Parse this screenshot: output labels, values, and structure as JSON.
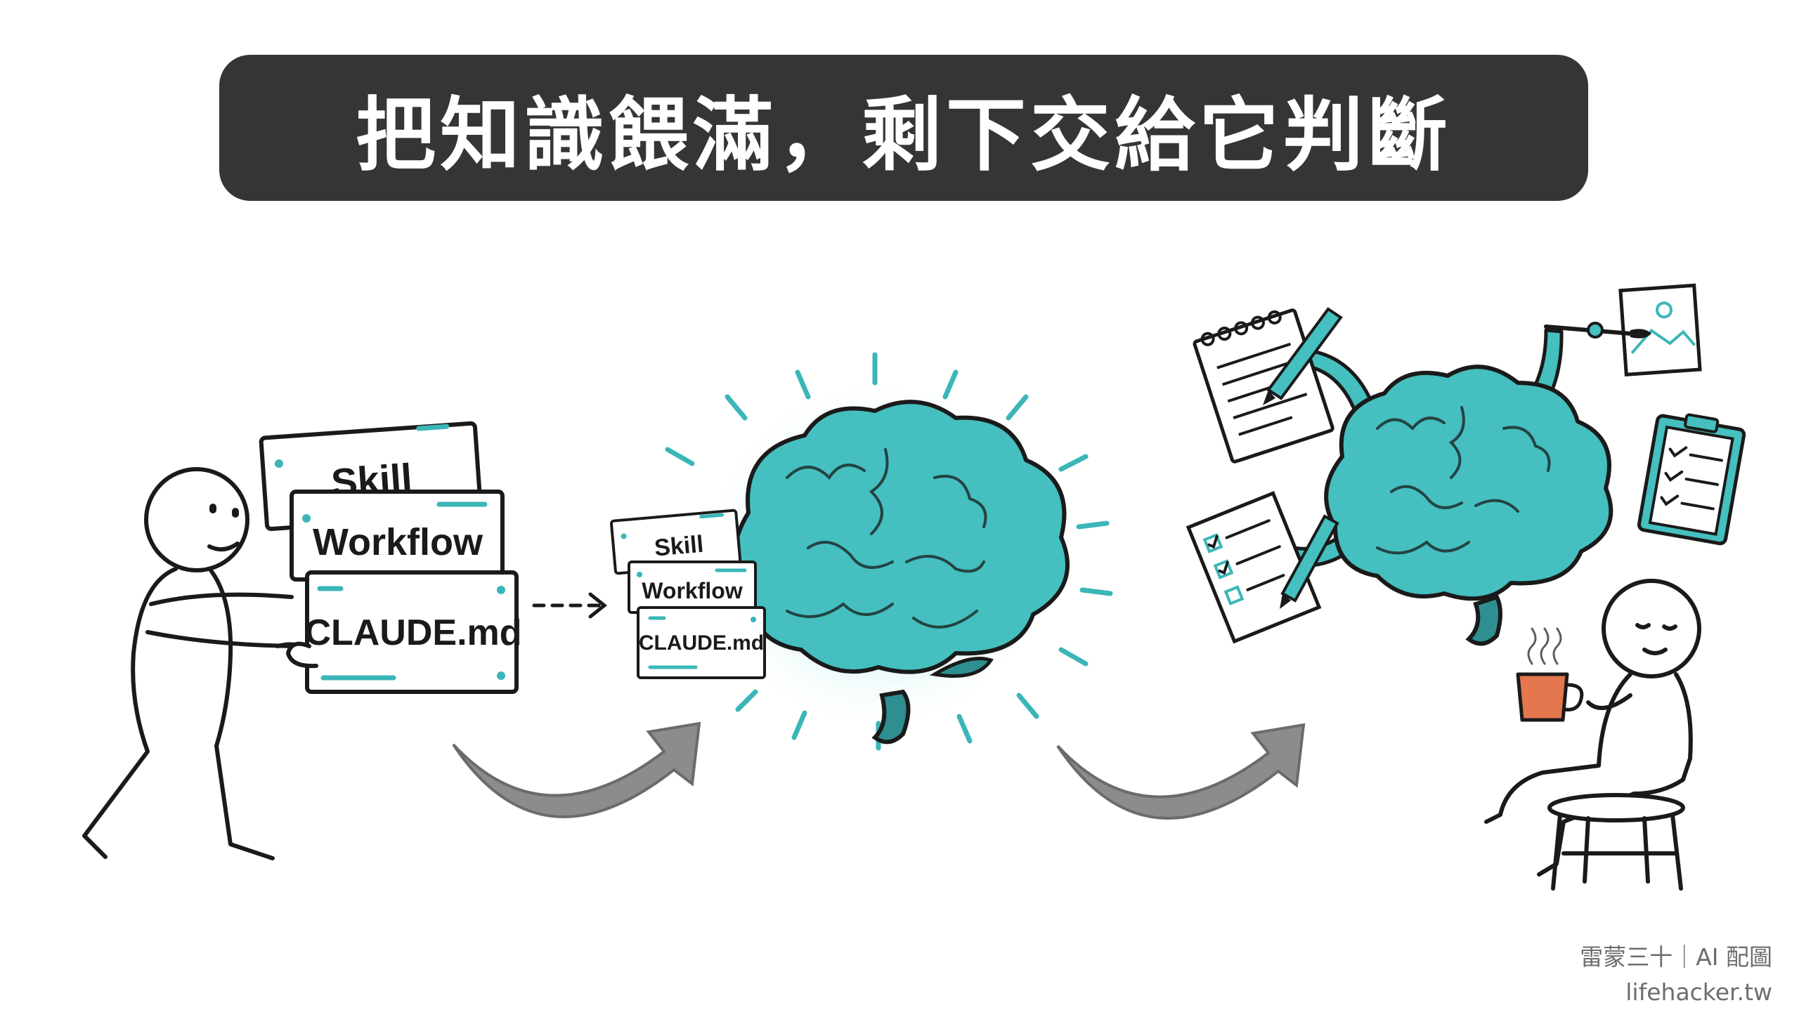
{
  "title": "把知識餵滿，剩下交給它判斷",
  "cards_large": [
    "Skill",
    "Workflow",
    "CLAUDE.md"
  ],
  "cards_small": [
    "Skill",
    "Workflow",
    "CLAUDE.md"
  ],
  "credit": {
    "line1": "雷蒙三十｜AI 配圖",
    "line2": "lifehacker.tw"
  },
  "colors": {
    "banner": "#353535",
    "brain": "#45BFBF",
    "brain_dark": "#2E8E90",
    "accent": "#3BB6B8",
    "arrow_gray": "#8C8C8C",
    "mug": "#E4774E",
    "ink": "#1A1A1A"
  },
  "icons": [
    "person-icon",
    "brain-icon",
    "notepad-icon",
    "picture-frame-icon",
    "clipboard-icon",
    "checklist-icon",
    "pen-icon",
    "paintbrush-icon",
    "coffee-mug-icon",
    "stool-icon",
    "curved-arrow-icon",
    "dashed-arrow-icon"
  ]
}
